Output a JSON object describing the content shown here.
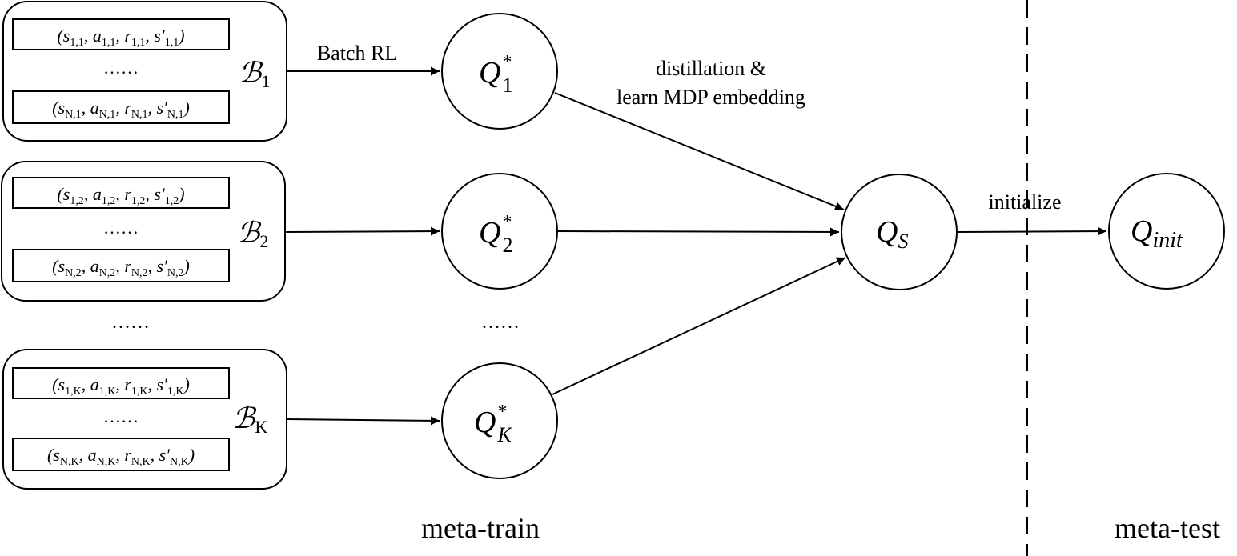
{
  "batches": [
    {
      "label": "ℬ",
      "sub": "1",
      "tuples": [
        {
          "s": "s",
          "ssub": "1,1",
          "a": "a",
          "asub": "1,1",
          "r": "r",
          "rsub": "1,1",
          "sp": "s′",
          "spsub": "1,1"
        },
        {
          "s": "s",
          "ssub": "N,1",
          "a": "a",
          "asub": "N,1",
          "r": "r",
          "rsub": "N,1",
          "sp": "s′",
          "spsub": "N,1"
        }
      ],
      "dots": "……"
    },
    {
      "label": "ℬ",
      "sub": "2",
      "tuples": [
        {
          "s": "s",
          "ssub": "1,2",
          "a": "a",
          "asub": "1,2",
          "r": "r",
          "rsub": "1,2",
          "sp": "s′",
          "spsub": "1,2"
        },
        {
          "s": "s",
          "ssub": "N,2",
          "a": "a",
          "asub": "N,2",
          "r": "r",
          "rsub": "N,2",
          "sp": "s′",
          "spsub": "N,2"
        }
      ],
      "dots": "……"
    },
    {
      "label": "ℬ",
      "sub": "K",
      "tuples": [
        {
          "s": "s",
          "ssub": "1,K",
          "a": "a",
          "asub": "1,K",
          "r": "r",
          "rsub": "1,K",
          "sp": "s′",
          "spsub": "1,K"
        },
        {
          "s": "s",
          "ssub": "N,K",
          "a": "a",
          "asub": "N,K",
          "r": "r",
          "rsub": "N,K",
          "sp": "s′",
          "spsub": "N,K"
        }
      ],
      "dots": "……"
    }
  ],
  "batch_gap_dots": "……",
  "q_nodes": [
    {
      "base": "Q",
      "sup": "*",
      "sub": "1"
    },
    {
      "base": "Q",
      "sup": "*",
      "sub": "2"
    },
    {
      "base": "Q",
      "sup": "*",
      "sub": "K"
    }
  ],
  "q_gap_dots": "……",
  "qs": {
    "base": "Q",
    "sub": "S"
  },
  "qinit": {
    "base": "Q",
    "sub": "init"
  },
  "labels": {
    "batch_rl": "Batch RL",
    "distill_line1": "distillation &",
    "distill_line2": "learn MDP embedding",
    "initialize": "initialize",
    "meta_train": "meta-train",
    "meta_test": "meta-test"
  }
}
